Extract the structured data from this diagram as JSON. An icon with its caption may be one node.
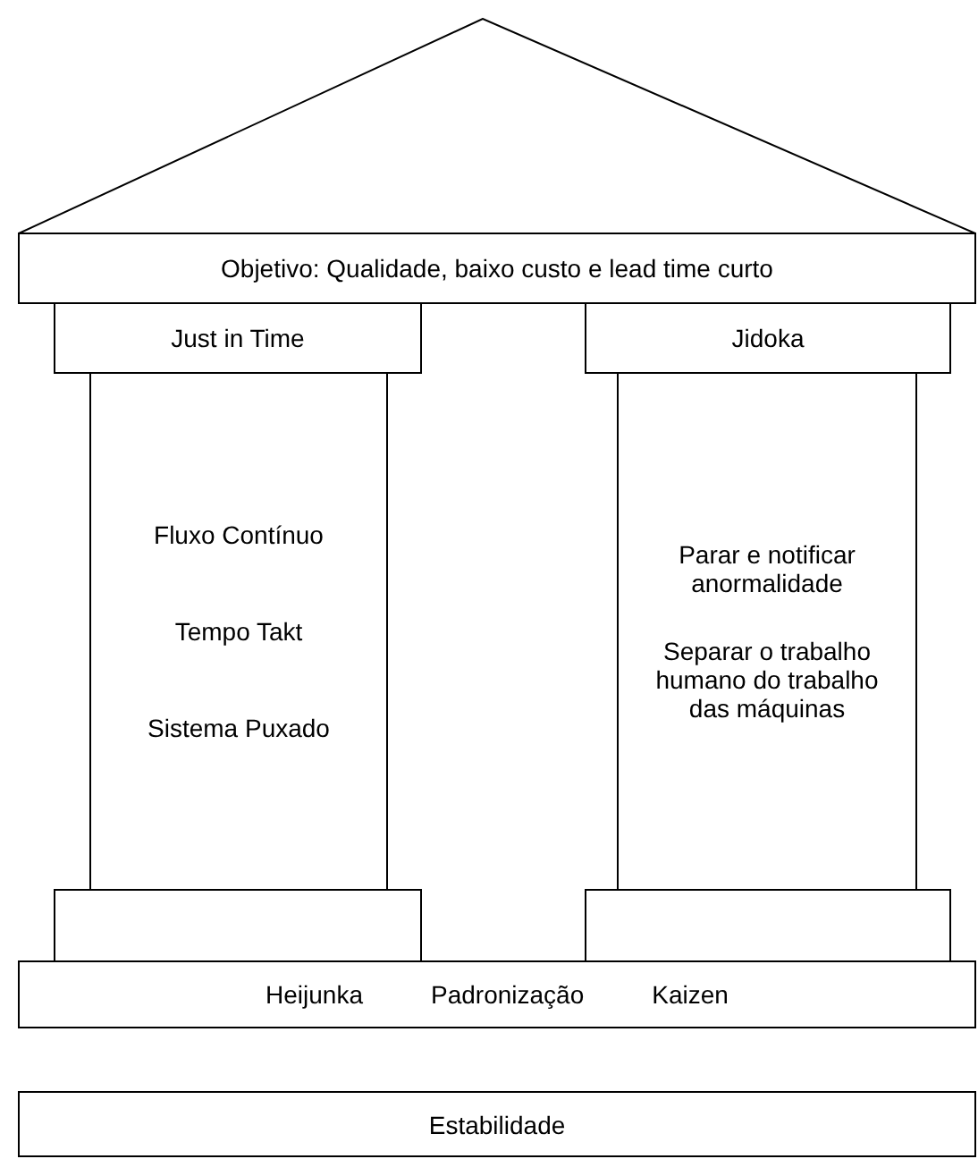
{
  "diagram": {
    "nodes": [
      {
        "text": [],
        "shape": "triangle"
      },
      {
        "text": [
          "Objetivo: Qualidade, baixo custo e lead time curto"
        ]
      },
      {
        "text": [
          "Just in Time"
        ]
      },
      {
        "text": [
          "Jidoka"
        ]
      },
      {
        "text": [
          "Fluxo Contínuo",
          "Tempo Takt",
          "Sistema Puxado"
        ]
      },
      {
        "text": [
          "Parar e notificar anormalidade",
          "Separar o trabalho humano do trabalho das máquinas"
        ]
      },
      {
        "text": [],
        "shape": "box"
      },
      {
        "text": [],
        "shape": "box"
      },
      {
        "text": [
          "Heijunka",
          "Padronização",
          "Kaizen"
        ]
      },
      {
        "text": [
          "Estabilidade"
        ]
      }
    ]
  }
}
